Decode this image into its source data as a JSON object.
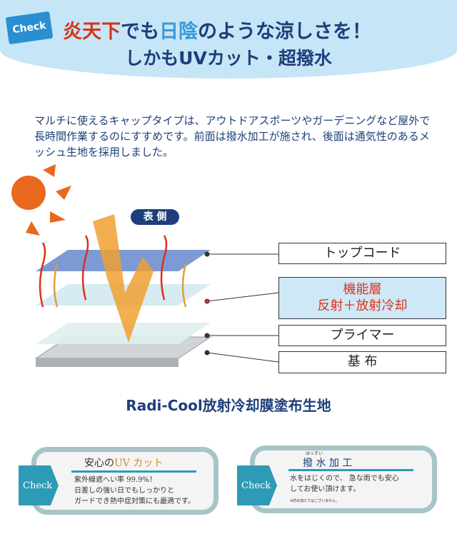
{
  "header": {
    "badge": "Check",
    "line1_red": "炎天下",
    "line1_a": "でも",
    "line1_blue": "日陰",
    "line1_b": "のような涼しさを！",
    "line2": "しかもUVカット・超撥水"
  },
  "intro": "マルチに使えるキャップタイプは、アウトドアスポーツやガーデニングなど屋外で長時間作業するのにすすめです。前面は撥水加工が施され、後面は通気性のあるメッシュ生地を採用しました。",
  "diagram": {
    "side_label": "表 側",
    "layers": [
      "トップコード",
      "機能層",
      "反射＋放射冷却",
      "プライマー",
      "基 布"
    ],
    "caption": "Radi-Cool放射冷却膜塗布生地"
  },
  "cards": [
    {
      "check": "Check",
      "title_a": "安心の",
      "title_b": "UV カット",
      "lines": [
        "紫外線遮へい率 99.9%！",
        "日差しの強い日でもしっかりと",
        "ガードでき熱中症対策にも最適です。"
      ]
    },
    {
      "check": "Check",
      "ruby": "はっすい",
      "title": "撥 水 加 工",
      "lines": [
        "水をはじくので、 急な雨でも安心",
        "してお使い頂けます。"
      ],
      "note": "※防水加工ではございません。"
    }
  ],
  "colors": {
    "navy": "#1d3e7a",
    "red": "#d8321a",
    "sky": "#c6e5f6",
    "teal": "#2e9bb6"
  }
}
